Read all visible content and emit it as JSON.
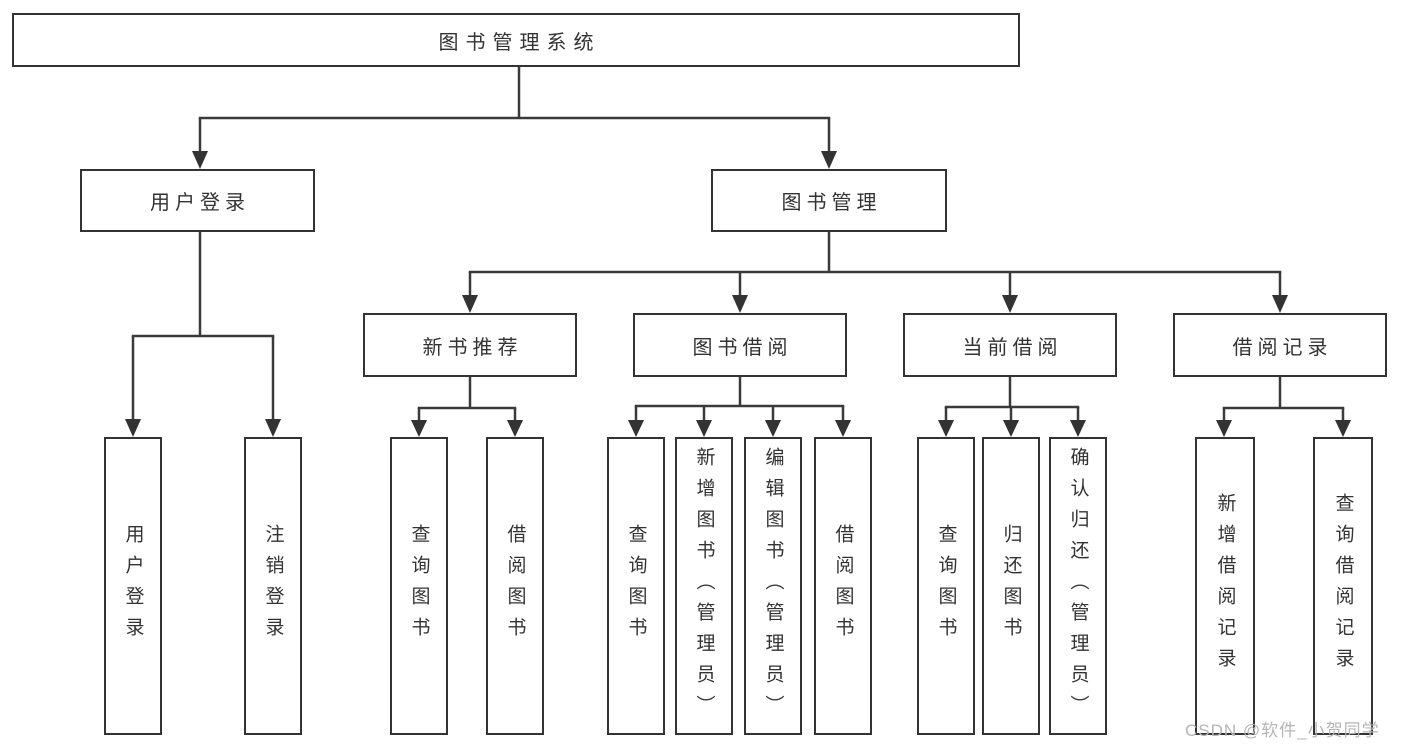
{
  "tree": {
    "root": {
      "label": "图书管理系统"
    },
    "branches": [
      {
        "label": "用户登录",
        "children": [
          {
            "label": "用户登录"
          },
          {
            "label": "注销登录"
          }
        ]
      },
      {
        "label": "图书管理",
        "children": [
          {
            "label": "新书推荐",
            "children": [
              {
                "label": "查询图书"
              },
              {
                "label": "借阅图书"
              }
            ]
          },
          {
            "label": "图书借阅",
            "children": [
              {
                "label": "查询图书"
              },
              {
                "label": "新增图书（管理员）"
              },
              {
                "label": "编辑图书（管理员）"
              },
              {
                "label": "借阅图书"
              }
            ]
          },
          {
            "label": "当前借阅",
            "children": [
              {
                "label": "查询图书"
              },
              {
                "label": "归还图书"
              },
              {
                "label": "确认归还（管理员）"
              }
            ]
          },
          {
            "label": "借阅记录",
            "children": [
              {
                "label": "新增借阅记录"
              },
              {
                "label": "查询借阅记录"
              }
            ]
          }
        ]
      }
    ]
  },
  "watermark": {
    "text": "CSDN @软件_小贺同学"
  },
  "colors": {
    "line": "#3a3a3a",
    "box_border": "#333333",
    "text": "#333333",
    "watermark": "#b5b5b5",
    "background": "#ffffff"
  }
}
